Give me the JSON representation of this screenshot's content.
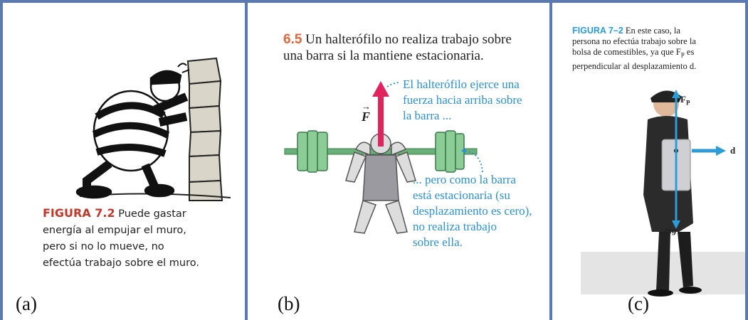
{
  "panels": {
    "a": {
      "caption_fig": "FIGURA 7.2",
      "caption_lines": [
        "Puede gastar",
        "energía al empujar el muro,",
        "pero si no lo mueve, no",
        "efectúa trabajo sobre el muro."
      ],
      "label": "(a)"
    },
    "b": {
      "title_num": "6.5",
      "title_lines": [
        "Un halterófilo no realiza trabajo sobre",
        "una barra si la mantiene estacionaria."
      ],
      "force_label": "F",
      "annotation_top": [
        "El halterófilo ejerce una",
        "fuerza hacia arriba sobre",
        "la barra ..."
      ],
      "annotation_bottom": [
        "... pero como la barra",
        "está estacionaria (su",
        "desplazamiento es cero),",
        "no realiza trabajo",
        "sobre ella."
      ],
      "label": "(b)"
    },
    "c": {
      "caption_fig": "FIGURA 7–2",
      "caption_lines": [
        "En este caso, la",
        "persona no efectúa trabajo sobre la",
        "bolsa de comestibles, ya que F",
        "es",
        "perpendicular al desplazamiento d."
      ],
      "vec_fp": "F",
      "vec_fp_sub": "P",
      "vec_d": "d",
      "vec_mg": "mg",
      "label": "(c)"
    }
  },
  "colors": {
    "border": "#5b7bb0",
    "fig_red": "#c0392b",
    "title_orange": "#e2653b",
    "annotation_blue": "#2f8fd1",
    "force_arrow": "#e0245e",
    "weights_green": "#7ec08a",
    "vector_blue": "#2d9bd6"
  }
}
